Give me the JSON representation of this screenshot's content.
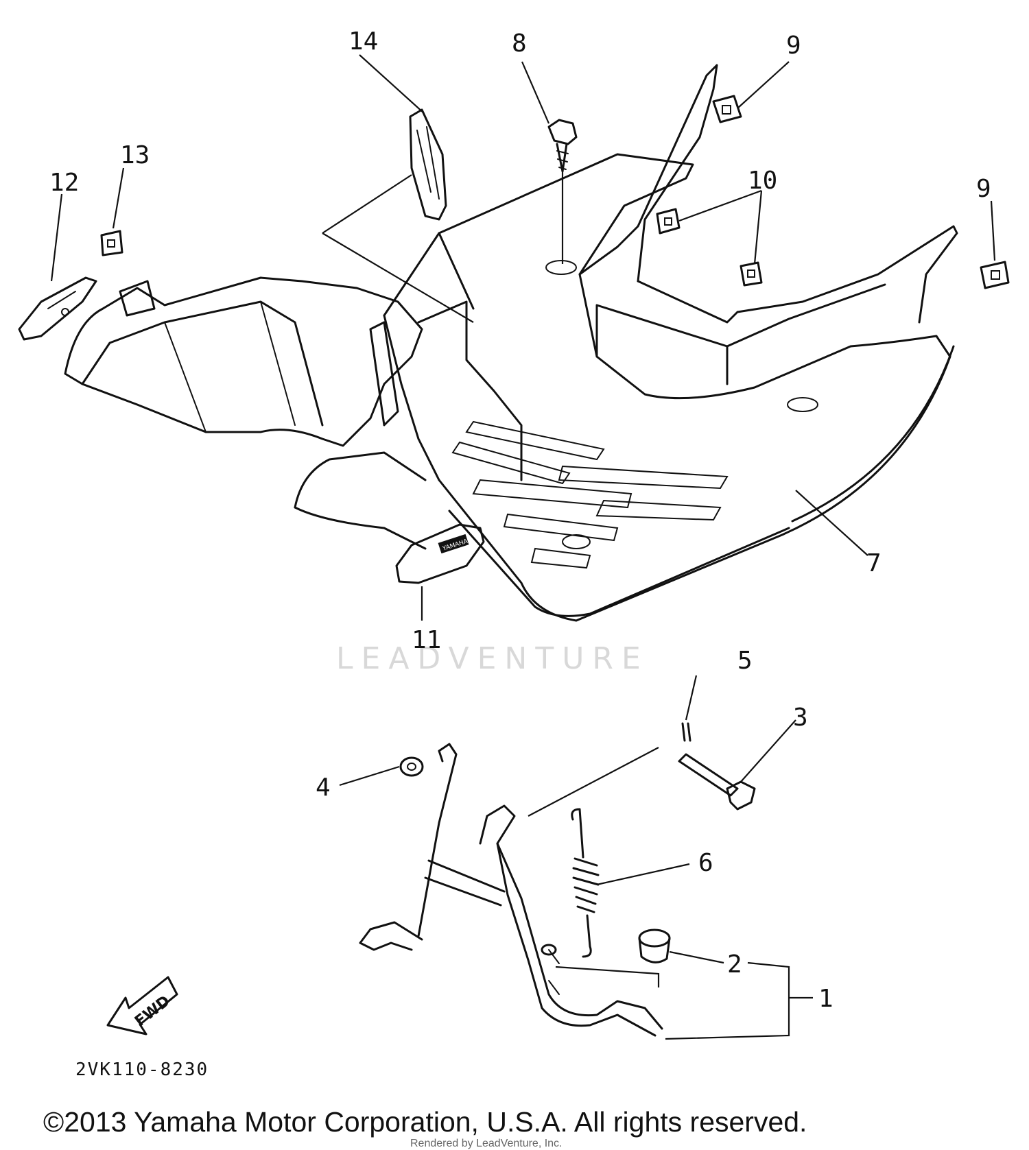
{
  "diagram_code": "2VK110-8230",
  "direction_label": "FWD",
  "watermark": "LEADVENTURE",
  "brand_tag": "YAMAHA",
  "copyright": "©2013 Yamaha Motor Corporation, U.S.A. All rights reserved.",
  "rendered_by": "Rendered by LeadVenture, Inc.",
  "callouts": {
    "c1": "1",
    "c2": "2",
    "c3": "3",
    "c4": "4",
    "c5": "5",
    "c6": "6",
    "c7": "7",
    "c8": "8",
    "c9a": "9",
    "c9b": "9",
    "c10": "10",
    "c11": "11",
    "c12": "12",
    "c13": "13",
    "c14": "14"
  }
}
